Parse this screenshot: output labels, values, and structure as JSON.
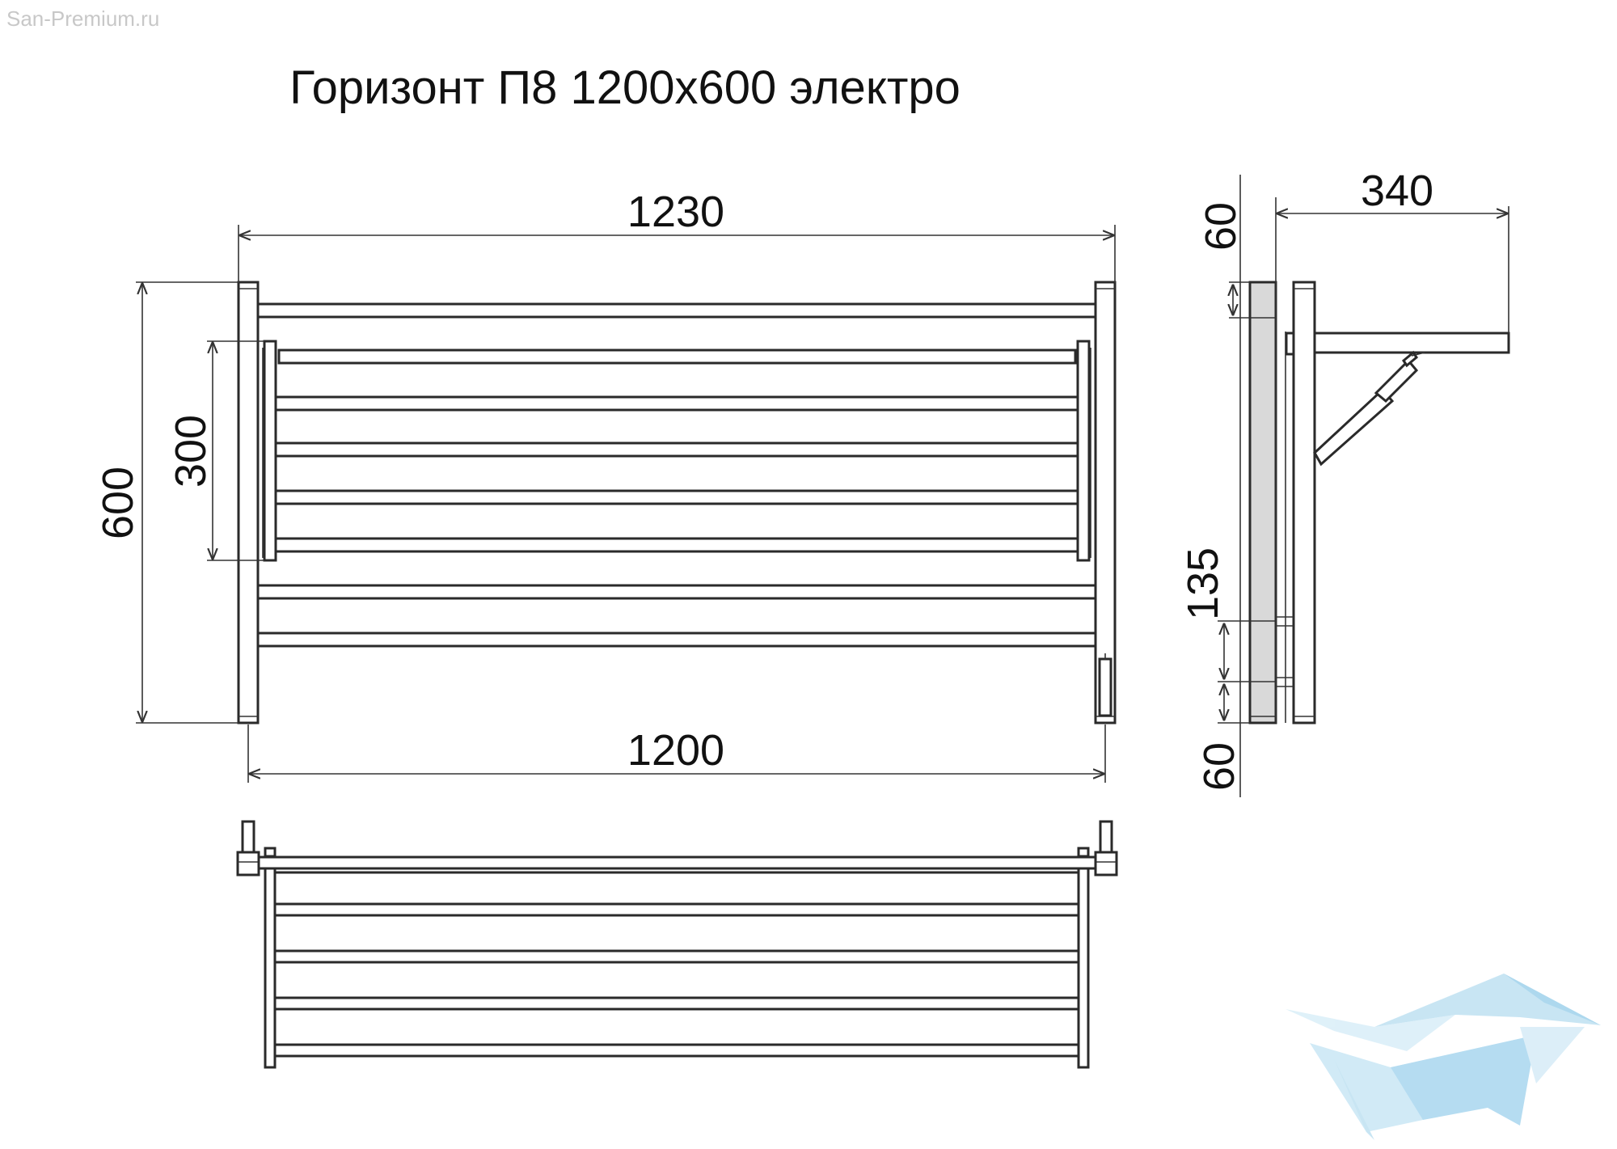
{
  "watermark": {
    "site": "San-Premium.ru"
  },
  "title": "Горизонт П8 1200х600 электро",
  "dimensions": {
    "overall_width": "1230",
    "center_distance": "1200",
    "overall_height": "600",
    "shelf_height": "300",
    "depth": "340",
    "top_offset": "60",
    "bottom_offset": "60",
    "connection_spacing": "135"
  },
  "colors": {
    "line": "#2a2a2a",
    "side_fill": "#d9d9d9",
    "logo": "#bfe1f2"
  },
  "icons": {
    "logo": "bird-logo-icon"
  }
}
